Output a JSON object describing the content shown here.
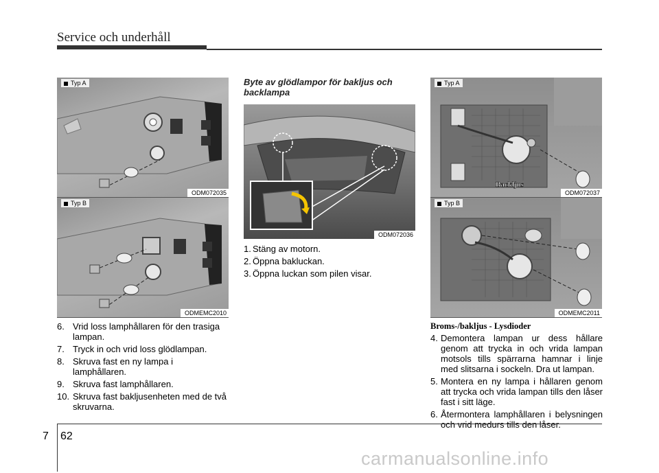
{
  "header": {
    "title": "Service och underhåll"
  },
  "left": {
    "fig_a": {
      "label": "Typ A",
      "code": "ODM072035"
    },
    "fig_b": {
      "label": "Typ B",
      "code": "ODMEMC2010"
    },
    "steps": [
      {
        "num": "6.",
        "text": "Vrid loss lamphållaren för den trasiga lampan."
      },
      {
        "num": "7.",
        "text": "Tryck in och vrid loss glödlampan."
      },
      {
        "num": "8.",
        "text": "Skruva fast en ny lampa i lamphållaren."
      },
      {
        "num": "9.",
        "text": "Skruva fast lamphållaren."
      },
      {
        "num": "10.",
        "text": "Skruva fast bakljusenheten med de två skruvarna."
      }
    ]
  },
  "middle": {
    "heading": "Byte av glödlampor för bakljus och backlampa",
    "fig": {
      "code": "ODM072036"
    },
    "steps": [
      {
        "num": "1.",
        "text": "Stäng av motorn."
      },
      {
        "num": "2.",
        "text": "Öppna bakluckan."
      },
      {
        "num": "3.",
        "text": "Öppna luckan som pilen visar."
      }
    ]
  },
  "right": {
    "fig_a": {
      "label": "Typ A",
      "code": "ODM072037",
      "inner_label": "Backljus"
    },
    "fig_b": {
      "label": "Typ B",
      "code": "ODMEMC2011"
    },
    "subheading": "Broms-/bakljus - Lysdioder",
    "steps": [
      {
        "num": "4.",
        "text": "Demontera lampan ur dess hållare genom att trycka in och vrida lampan motsols tills spärrarna hamnar i linje med slitsarna i sockeln. Dra ut lampan."
      },
      {
        "num": "5.",
        "text": "Montera en ny lampa i hållaren genom att trycka och vrida lampan tills den låser fast i sitt läge."
      },
      {
        "num": "6.",
        "text": "Återmontera lamphållaren i belysningen och vrid medurs tills den låser."
      }
    ]
  },
  "footer": {
    "section": "7",
    "page": "62",
    "watermark": "carmanualsonline.info"
  }
}
